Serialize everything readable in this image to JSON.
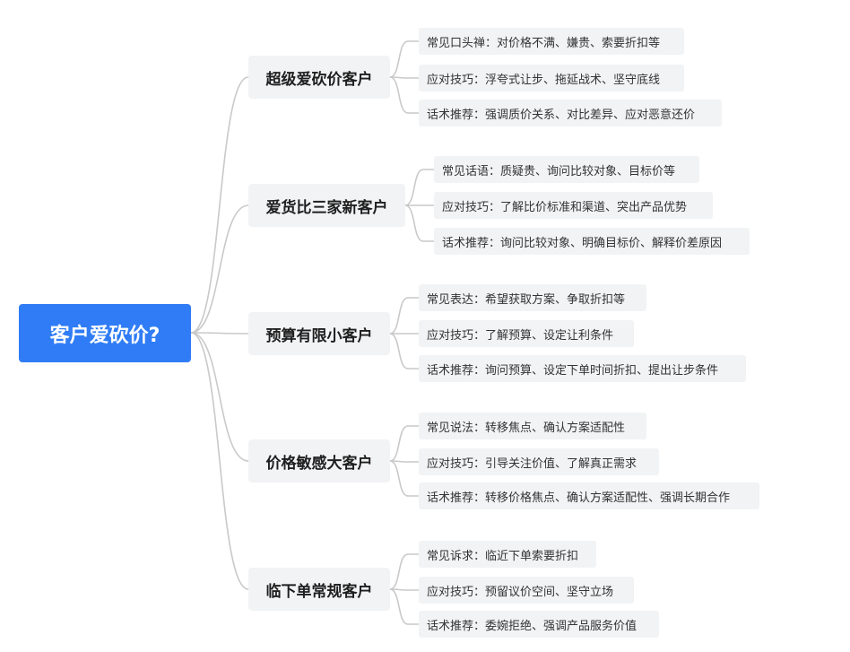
{
  "root": {
    "label": "客户爱砍价?"
  },
  "branches": [
    {
      "label": "超级爱砍价客户",
      "items": [
        "常见口头禅：对价格不满、嫌贵、索要折扣等",
        "应对技巧：浮夸式让步、拖延战术、坚守底线",
        "话术推荐：强调质价关系、对比差异、应对恶意还价"
      ]
    },
    {
      "label": "爱货比三家新客户",
      "items": [
        "常见话语：质疑贵、询问比较对象、目标价等",
        "应对技巧：了解比价标准和渠道、突出产品优势",
        "话术推荐：询问比较对象、明确目标价、解释价差原因"
      ]
    },
    {
      "label": "预算有限小客户",
      "items": [
        "常见表达：希望获取方案、争取折扣等",
        "应对技巧：了解预算、设定让利条件",
        "话术推荐：询问预算、设定下单时间折扣、提出让步条件"
      ]
    },
    {
      "label": "价格敏感大客户",
      "items": [
        "常见说法：转移焦点、确认方案适配性",
        "应对技巧：引导关注价值、了解真正需求",
        "话术推荐：转移价格焦点、确认方案适配性、强调长期合作"
      ]
    },
    {
      "label": "临下单常规客户",
      "items": [
        "常见诉求：临近下单索要折扣",
        "应对技巧：预留议价空间、坚守立场",
        "话术推荐：委婉拒绝、强调产品服务价值"
      ]
    }
  ]
}
